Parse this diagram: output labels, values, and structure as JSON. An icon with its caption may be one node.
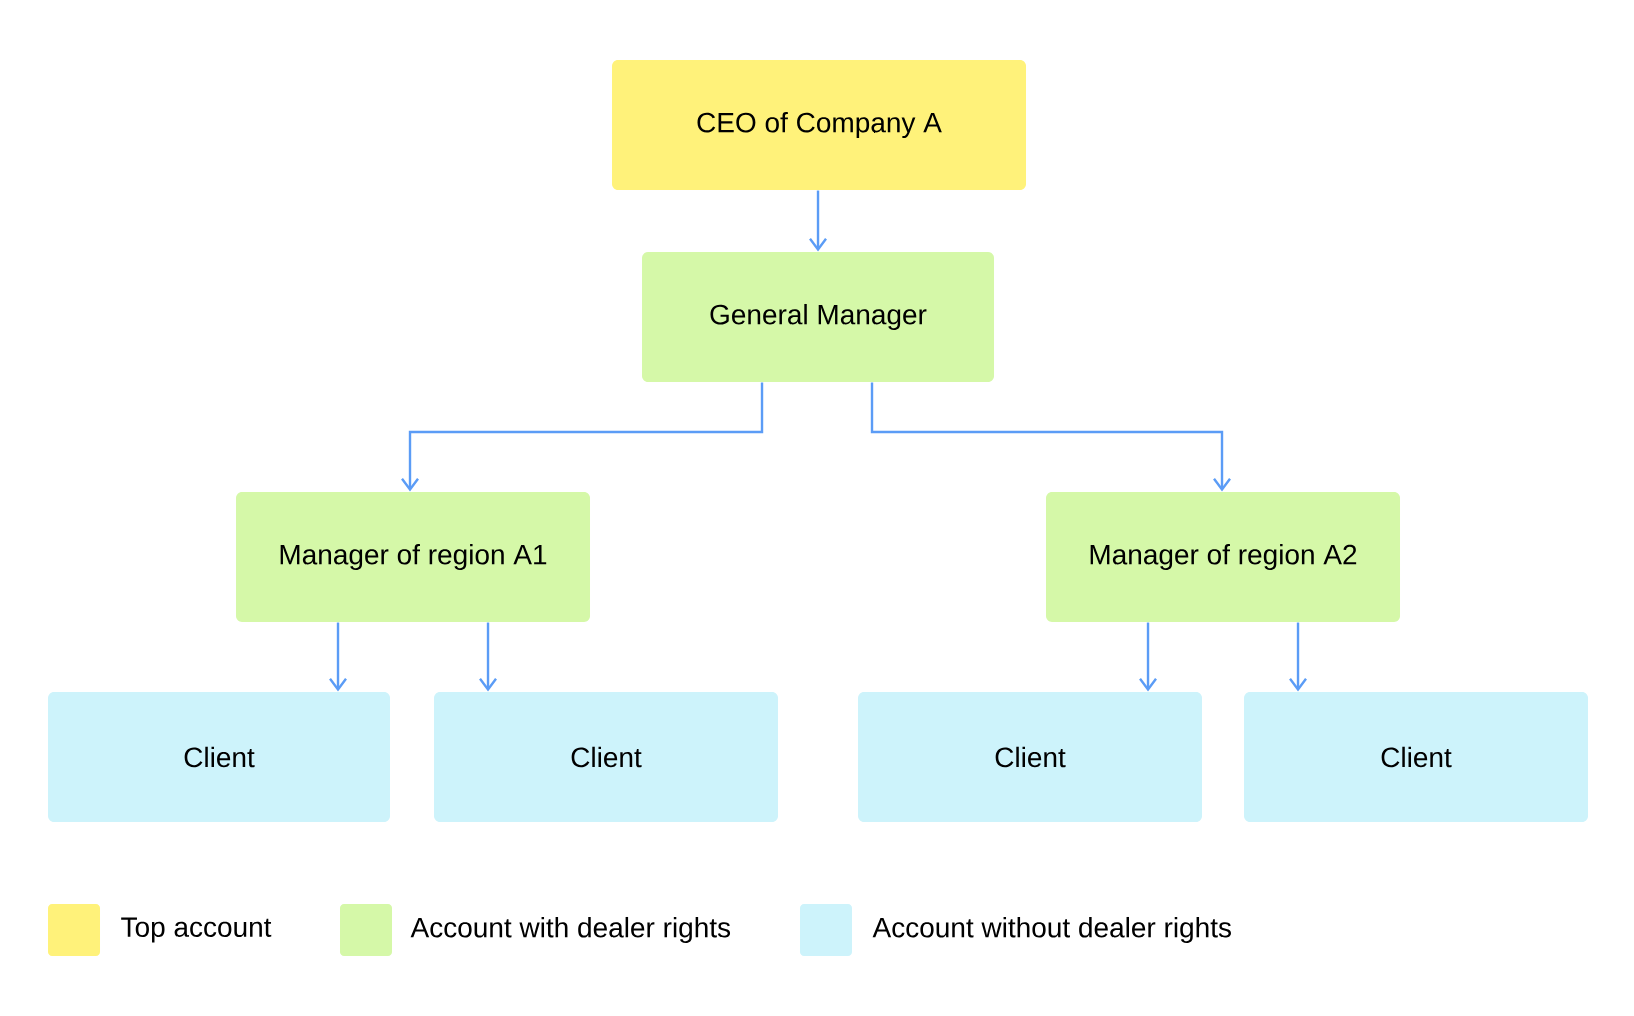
{
  "diagram": {
    "nodes": [
      {
        "text": [
          "CEO of Company A"
        ]
      },
      {
        "text": [
          "General Manager"
        ]
      },
      {
        "text": [
          "Manager of region A1"
        ]
      },
      {
        "text": [
          "Manager of region A2"
        ]
      },
      {
        "text": [
          "Client"
        ]
      },
      {
        "text": [
          "Client"
        ]
      },
      {
        "text": [
          "Client"
        ]
      },
      {
        "text": [
          "Client"
        ]
      }
    ],
    "edges": [
      {
        "from": 0,
        "to": 1,
        "arrow": "to"
      },
      {
        "from": 1,
        "to": 2,
        "arrow": "to"
      },
      {
        "from": 1,
        "to": 3,
        "arrow": "to"
      },
      {
        "from": 2,
        "to": 4,
        "arrow": "to"
      },
      {
        "from": 2,
        "to": 5,
        "arrow": "to"
      },
      {
        "from": 3,
        "to": 6,
        "arrow": "to"
      },
      {
        "from": 3,
        "to": 7,
        "arrow": "to"
      }
    ],
    "legend": [
      {
        "text": "Top account",
        "color": "#fff27a"
      },
      {
        "text": "Account with dealer rights",
        "color": "#d5f8a8"
      },
      {
        "text": "Account without dealer rights",
        "color": "#cdf3fb"
      }
    ]
  }
}
